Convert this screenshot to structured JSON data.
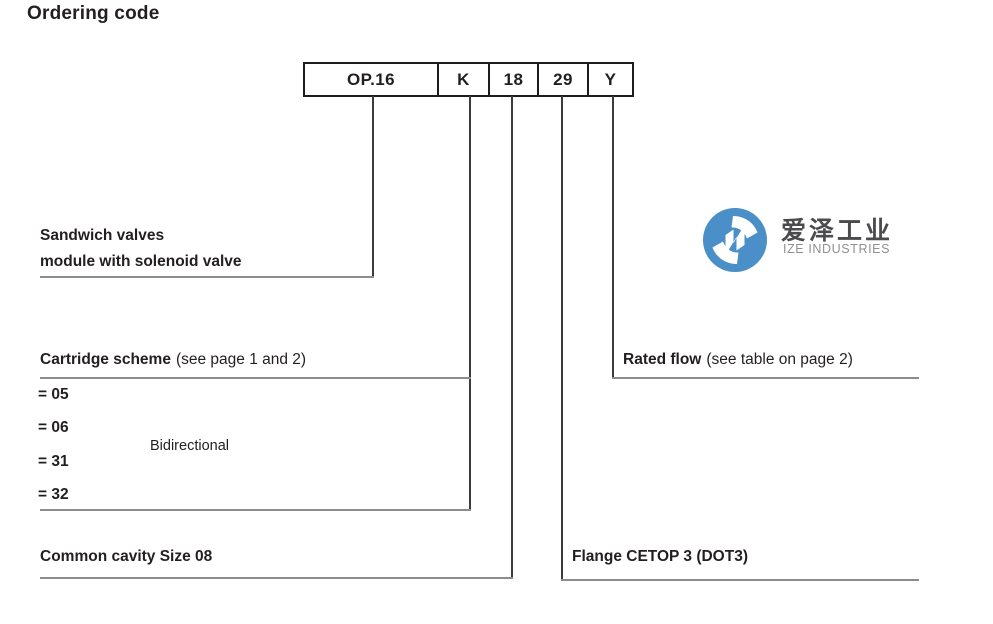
{
  "title": "Ordering code",
  "ordering_code": {
    "segments": [
      "OP.16",
      "K",
      "18",
      "29",
      "Y"
    ]
  },
  "callouts": {
    "sandwich": {
      "line1": "Sandwich valves",
      "line2": "module with solenoid valve"
    },
    "cartridge": {
      "heading": "Cartridge scheme",
      "heading_note": "(see page 1 and 2)",
      "options": [
        "= 05",
        "= 06",
        "= 31",
        "= 32"
      ],
      "note": "Bidirectional"
    },
    "common_cavity": "Common cavity Size 08",
    "flange": "Flange CETOP 3 (DOT3)",
    "rated_flow": {
      "heading": "Rated flow",
      "heading_note": "(see table on page 2)"
    }
  },
  "logo": {
    "name": "爱泽工业",
    "subtitle": "IZE INDUSTRIES"
  },
  "colors": {
    "text": "#231f20",
    "logo_blue": "#4a8fc8",
    "logo_text_gray": "#8e9092",
    "line_gray": "#8c8c8c",
    "line_dark": "#3c3c3c"
  }
}
